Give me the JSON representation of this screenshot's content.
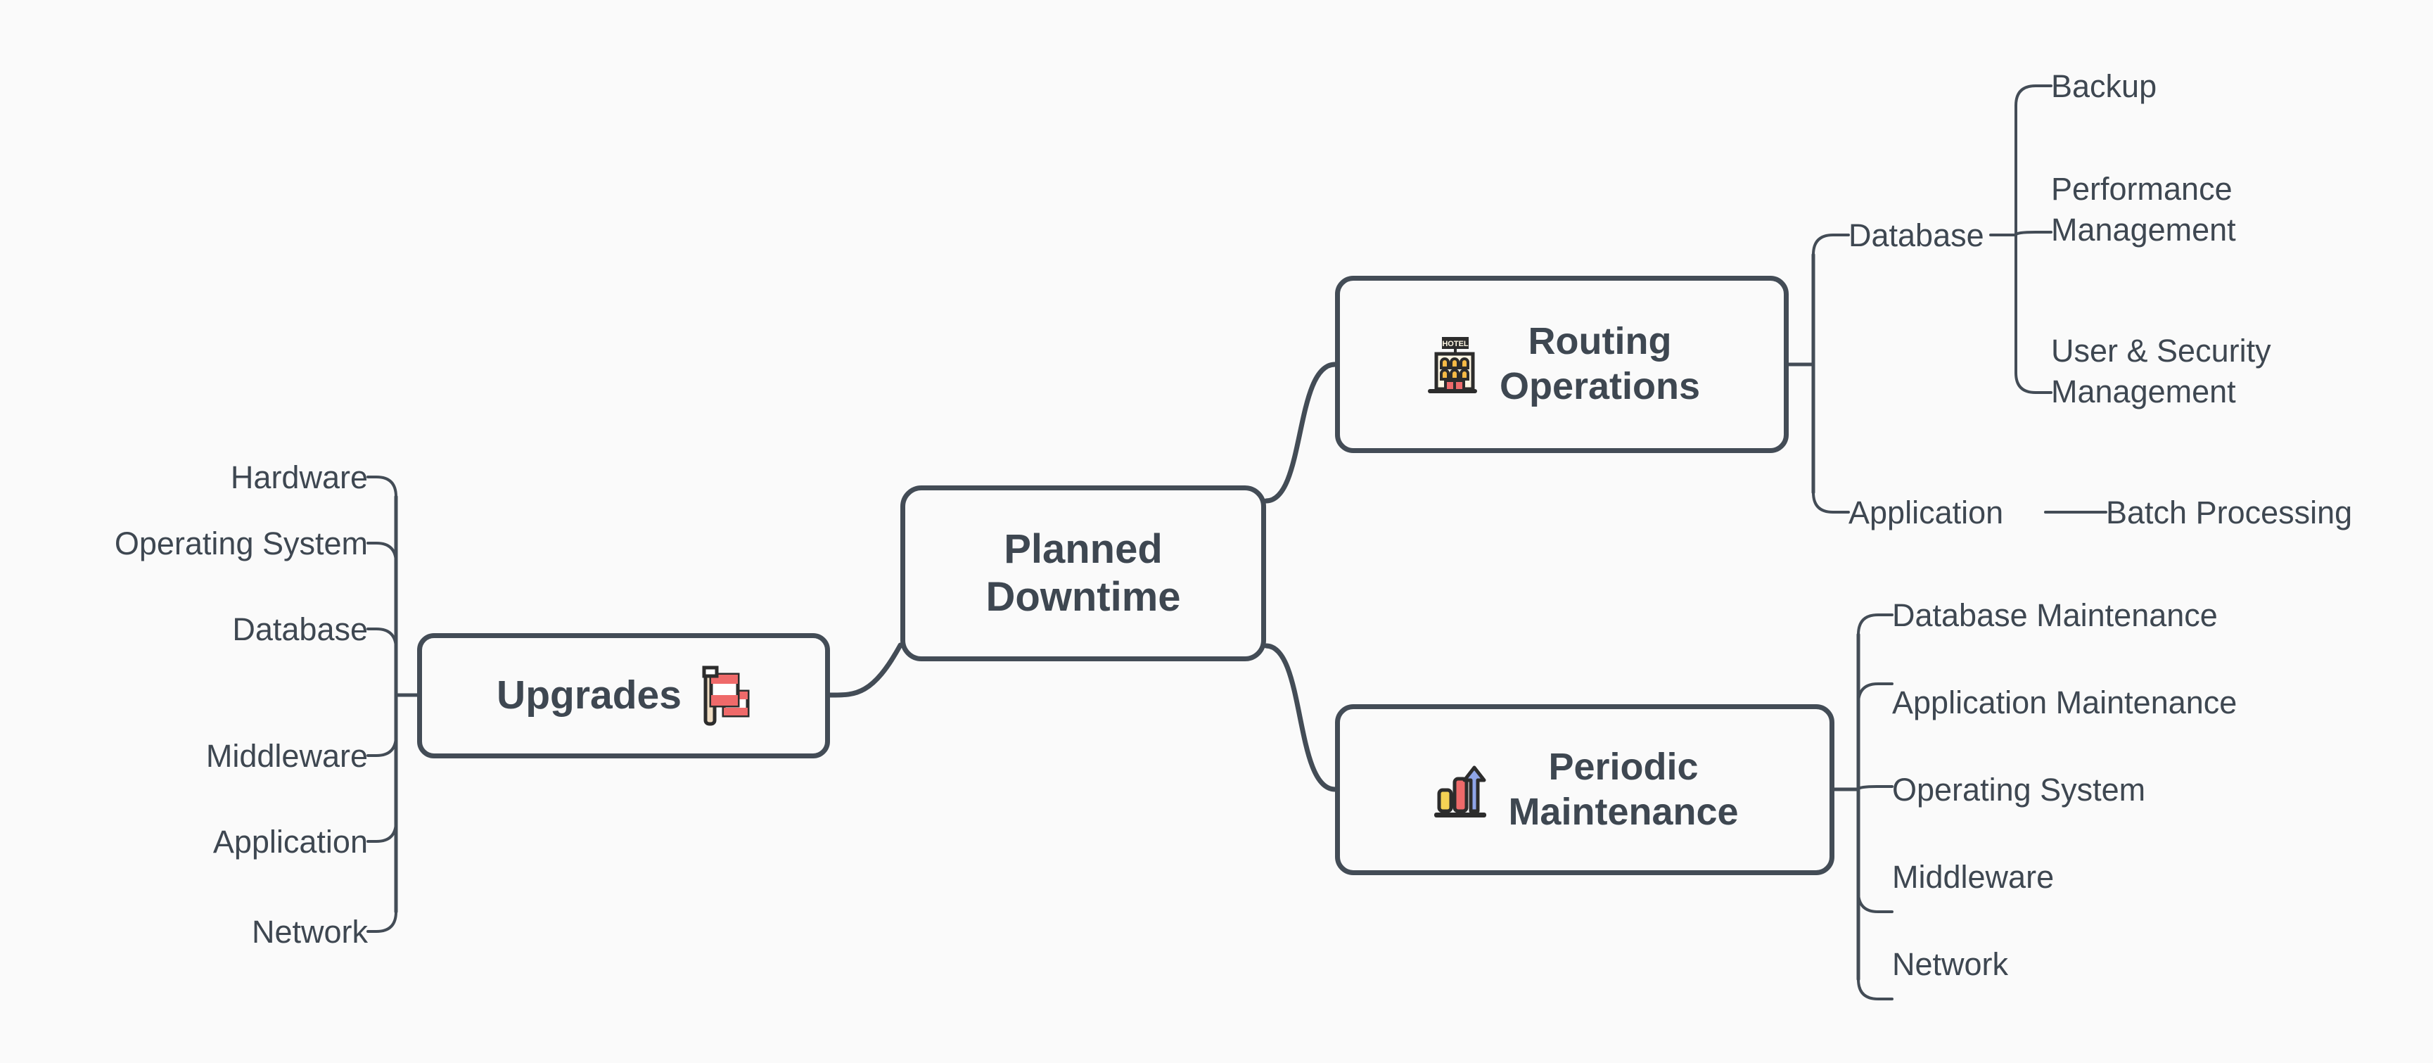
{
  "diagram": {
    "type": "mind-map",
    "background_color": "#fafafa",
    "line_color": "#434c56",
    "text_color": "#3e4751",
    "root": {
      "label": "Planned\nDowntime"
    },
    "branches": [
      {
        "id": "upgrades",
        "label": "Upgrades",
        "icon": "crossed-flags-emoji",
        "side": "left",
        "children": [
          {
            "label": "Hardware"
          },
          {
            "label": "Operating System"
          },
          {
            "label": "Database"
          },
          {
            "label": "Middleware"
          },
          {
            "label": "Application"
          },
          {
            "label": "Network"
          }
        ]
      },
      {
        "id": "routing-operations",
        "label": "Routing\nOperations",
        "icon": "hotel-building-emoji",
        "side": "right",
        "children": [
          {
            "label": "Database",
            "children": [
              {
                "label": "Backup"
              },
              {
                "label": "Performance\nManagement"
              },
              {
                "label": "User & Security\nManagement"
              }
            ]
          },
          {
            "label": "Application",
            "children": [
              {
                "label": "Batch Processing"
              }
            ]
          }
        ]
      },
      {
        "id": "periodic-maintenance",
        "label": "Periodic\nMaintenance",
        "icon": "bar-chart-increasing-emoji",
        "side": "right",
        "children": [
          {
            "label": "Database Maintenance"
          },
          {
            "label": "Application Maintenance"
          },
          {
            "label": "Operating System"
          },
          {
            "label": "Middleware"
          },
          {
            "label": "Network"
          }
        ]
      }
    ]
  }
}
